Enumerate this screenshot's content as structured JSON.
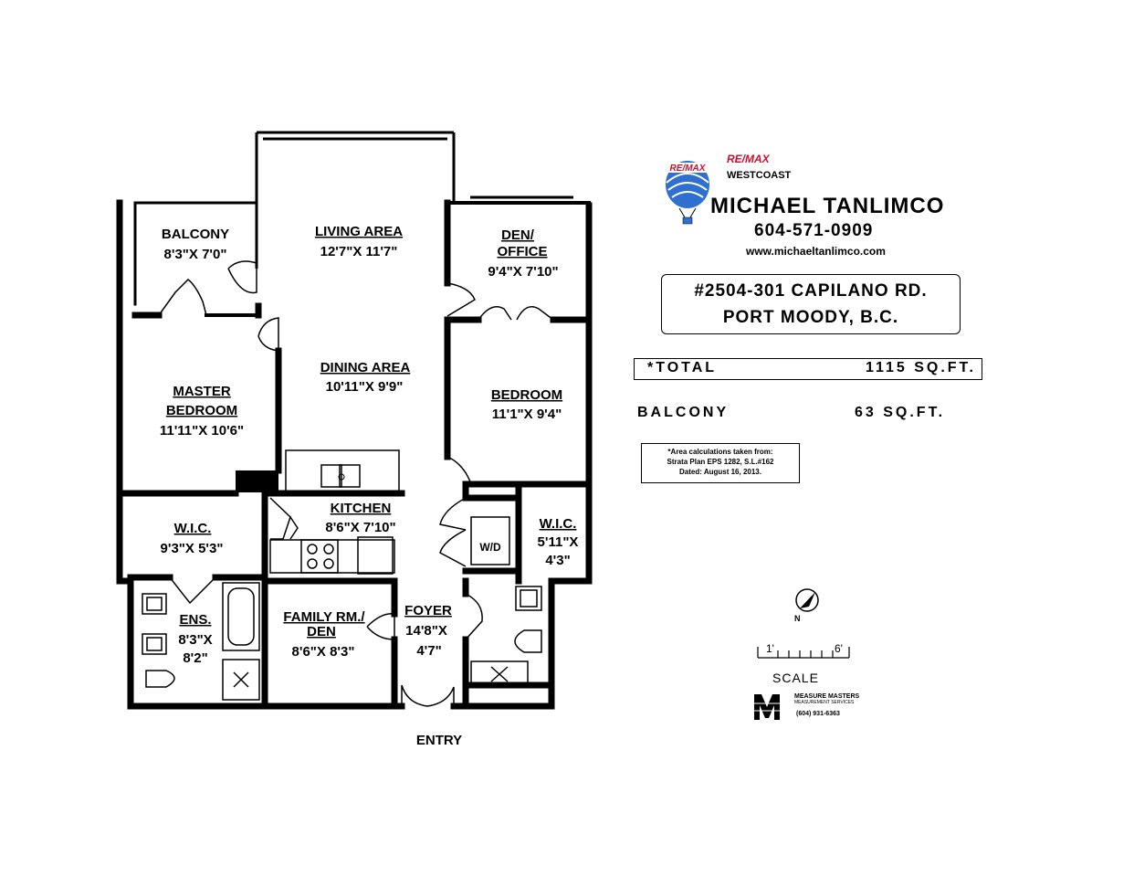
{
  "rooms": {
    "balcony": {
      "name": "BALCONY",
      "dims": "8'3\"X 7'0\""
    },
    "living": {
      "name": "LIVING AREA",
      "dims": "12'7\"X 11'7\""
    },
    "den_office": {
      "name1": "DEN/",
      "name2": "OFFICE",
      "dims": "9'4\"X 7'10\""
    },
    "dining": {
      "name": "DINING AREA",
      "dims": "10'11\"X 9'9\""
    },
    "master": {
      "name1": "MASTER",
      "name2": "BEDROOM",
      "dims": "11'11\"X 10'6\""
    },
    "bedroom": {
      "name": "BEDROOM",
      "dims": "11'1\"X 9'4\""
    },
    "kitchen": {
      "name": "KITCHEN",
      "dims": "8'6\"X 7'10\""
    },
    "wic1": {
      "name": "W.I.C.",
      "dims": "9'3\"X 5'3\""
    },
    "wic2": {
      "name": "W.I.C.",
      "dims1": "5'11\"X",
      "dims2": "4'3\""
    },
    "wd": {
      "name": "W/D"
    },
    "ens": {
      "name": "ENS.",
      "dims1": "8'3\"X",
      "dims2": "8'2\""
    },
    "family": {
      "name1": "FAMILY RM./",
      "name2": "DEN",
      "dims": "8'6\"X 8'3\""
    },
    "foyer": {
      "name": "FOYER",
      "dims1": "14'8\"X",
      "dims2": "4'7\""
    },
    "entry": {
      "name": "ENTRY"
    }
  },
  "agent": {
    "brand": "RE/MAX",
    "office": "WESTCOAST",
    "name": "MICHAEL TANLIMCO",
    "phone": "604-571-0909",
    "website": "www.michaeltanlimco.com"
  },
  "address": {
    "line1": "#2504-301 CAPILANO RD.",
    "line2": "PORT MOODY, B.C."
  },
  "areas": {
    "total_label": "*TOTAL",
    "total_value": "1115 SQ.FT.",
    "balcony_label": "BALCONY",
    "balcony_value": "63 SQ.FT."
  },
  "note": {
    "line1": "*Area calculations taken from:",
    "line2": "Strata Plan EPS 1282, S.L.#162",
    "line3": "Dated: August 16, 2013."
  },
  "scale": {
    "start_label": "1'",
    "end_label": "6'",
    "label": "SCALE"
  },
  "measure_masters": {
    "name": "MEASURE MASTERS",
    "tagline": "MEASUREMENT SERVICES",
    "phone": "(604) 931-6363"
  },
  "north_label": "N"
}
